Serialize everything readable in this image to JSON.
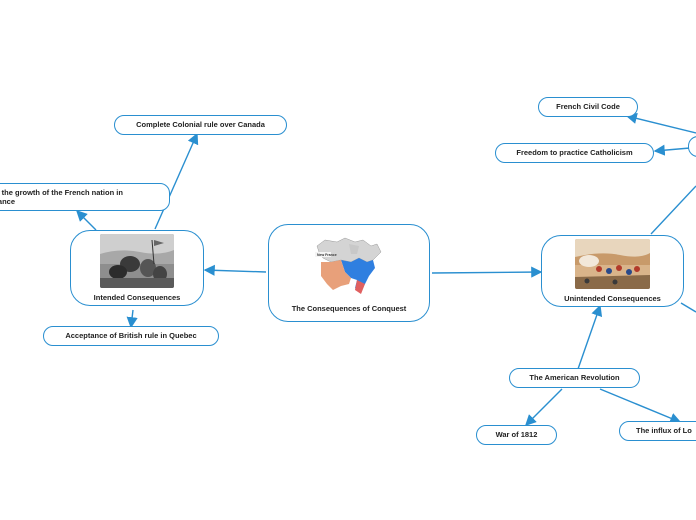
{
  "colors": {
    "link": "#2a8fd0",
    "node_border": "#2a8fd0",
    "text": "#222222"
  },
  "central": {
    "label": "The Consequences of Conquest",
    "image": "map-of-north-america-icon"
  },
  "intended": {
    "label": "Intended Consequences",
    "image": "battle-engraving-icon",
    "children": [
      "Complete Colonial rule over Canada",
      "g the growth of the French nation in\nrance",
      "Acceptance of British rule in Quebec"
    ]
  },
  "unintended": {
    "label": "Unintended Consequences",
    "image": "battle-painting-icon",
    "children": [
      "French Civil Code",
      "Freedom to practice Catholicism",
      "The American Revolution",
      "War of 1812",
      "The influx of Lo"
    ]
  }
}
